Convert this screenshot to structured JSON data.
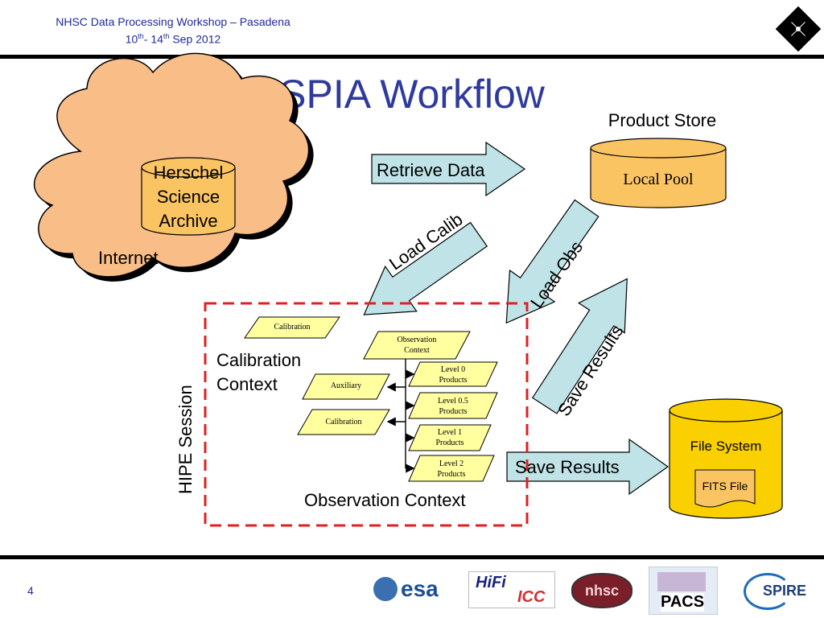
{
  "header": {
    "line1": "NHSC Data Processing Workshop – Pasadena",
    "line2_day1": "10",
    "line2_sup1": "th",
    "line2_mid": "- 14",
    "line2_sup2": "th",
    "line2_end": " Sep 2012"
  },
  "title": "SPIA Workflow",
  "diagram": {
    "cloud": {
      "label": "Internet",
      "archive_lines": [
        "Herschel",
        "Science",
        "Archive"
      ]
    },
    "product_store": {
      "title": "Product Store",
      "label": "Local Pool"
    },
    "arrows": {
      "retrieve": "Retrieve Data",
      "load_calib": "Load Calib",
      "load_obs": "Load Obs",
      "save_results_diag": "Save Results",
      "save_results": "Save Results"
    },
    "session": {
      "label": "HIPE Session",
      "calib_context_line1": "Calibration",
      "calib_context_line2": "Context",
      "obs_context": "Observation Context"
    },
    "boxes": {
      "calibration_top": "Calibration",
      "observation_context": [
        "Observation",
        "Context"
      ],
      "auxiliary": "Auxiliary",
      "calibration": "Calibration",
      "level0": [
        "Level 0",
        "Products"
      ],
      "level05": [
        "Level 0.5",
        "Products"
      ],
      "level1": [
        "Level 1",
        "Products"
      ],
      "level2": [
        "Level 2",
        "Products"
      ]
    },
    "file_system": {
      "title": "File System",
      "file_label": "FITS File"
    }
  },
  "footer": {
    "page_number": "4",
    "logos": [
      "esa",
      "HiFi",
      "ICC",
      "nhsc",
      "PACS",
      "SPIRE"
    ]
  },
  "colors": {
    "accent_blue": "#2e3a9e",
    "cloud_fill": "#f9bd88",
    "store_fill": "#fbc463",
    "file_fill": "#fbd000",
    "box_fill": "#ffffa0",
    "arrow_fill": "#bfe3e6",
    "dashed_red": "#e02020"
  }
}
